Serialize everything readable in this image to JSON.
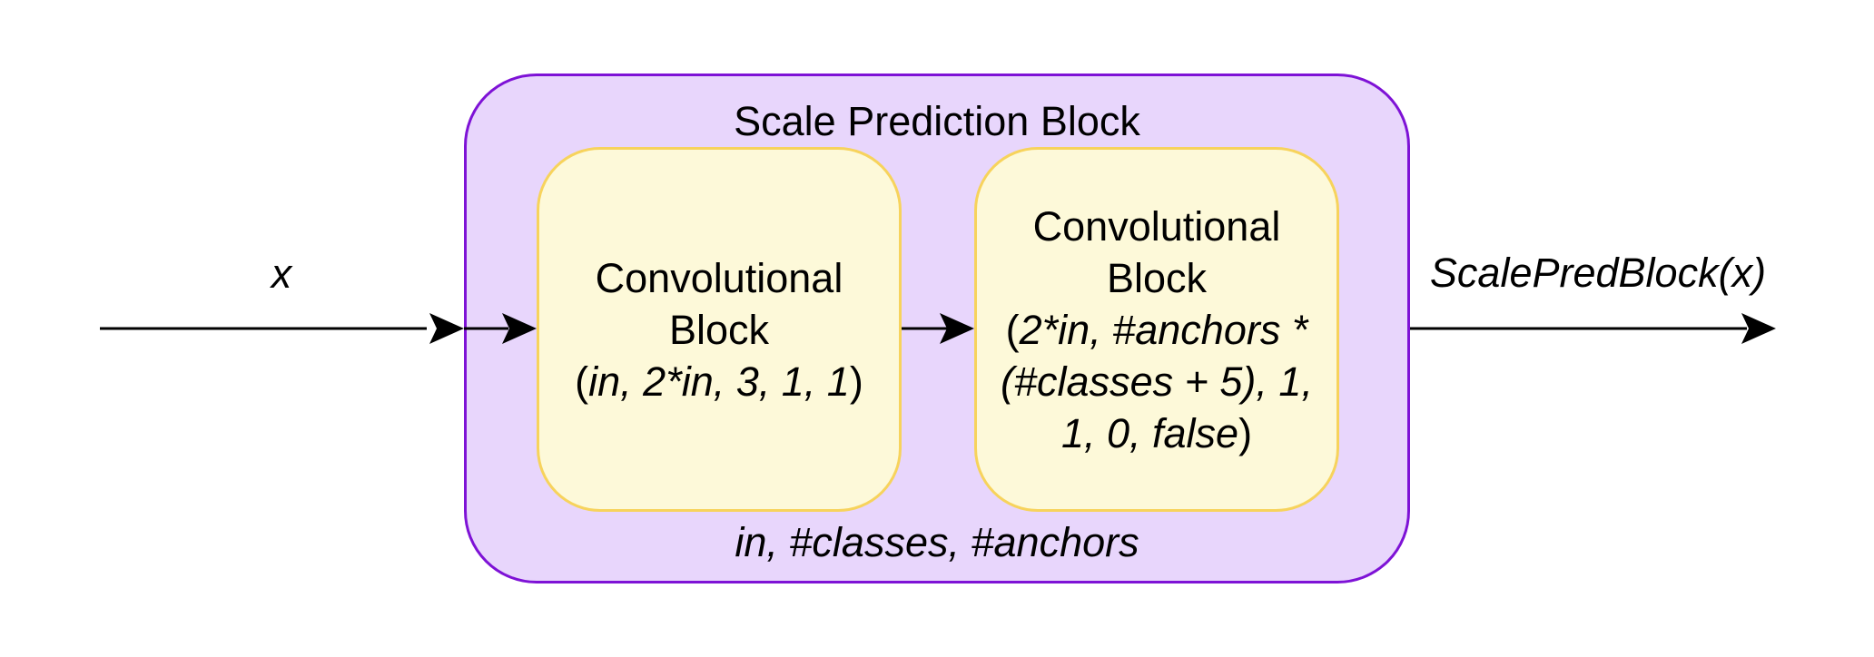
{
  "input_label": "x",
  "output_label": "ScalePredBlock(x)",
  "outer_block": {
    "title": "Scale Prediction Block",
    "params": "in, #classes, #anchors"
  },
  "conv_block_1": {
    "title_line1": "Convolutional",
    "title_line2": "Block",
    "args": "in, 2*in, 3, 1, 1"
  },
  "conv_block_2": {
    "title_line1": "Convolutional",
    "title_line2": "Block",
    "args_line1": "2*in, #anchors *",
    "args_line2": "(#classes + 5), 1,",
    "args_line3": "1, 0, false"
  },
  "colors": {
    "outer_fill": "#e8d6fc",
    "outer_stroke": "#7e12d6",
    "inner_fill": "#fdf9d9",
    "inner_stroke": "#f7d35c"
  }
}
